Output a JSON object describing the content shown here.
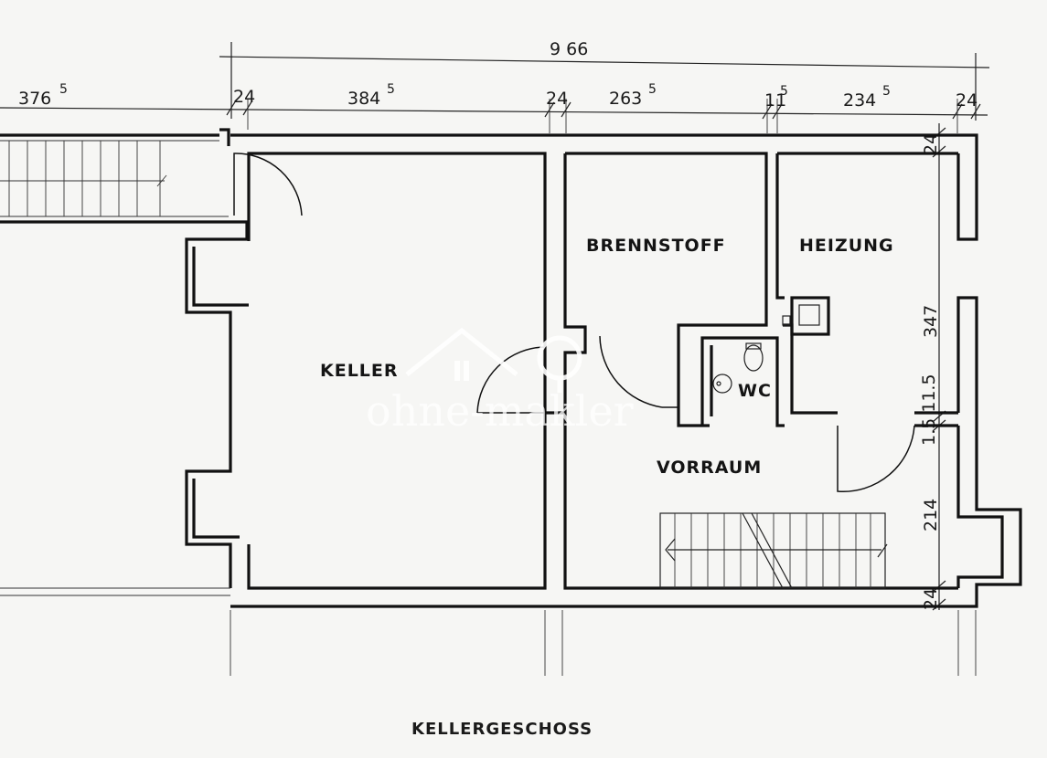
{
  "dimensions": {
    "total_width": "9 66",
    "left_outside": "376",
    "left_outside_sup": "5",
    "wall_a": "24",
    "keller_width": "384",
    "keller_width_sup": "5",
    "wall_b": "24",
    "brennstoff_width": "263",
    "brennstoff_width_sup": "5",
    "wall_c": "11",
    "wall_c_sup": "5",
    "heizung_width": "234",
    "heizung_width_sup": "5",
    "wall_d": "24",
    "right_top_wall": "24",
    "right_upper_depth": "347",
    "right_mid_wall": "1.5 11.5",
    "right_lower_depth": "214",
    "right_bottom_wall": "24"
  },
  "rooms": {
    "keller": "KELLER",
    "brennstoff": "BRENNSTOFF",
    "heizung": "HEIZUNG",
    "wc": "WC",
    "vorraum": "VORRAUM"
  },
  "caption": "KELLERGESCHOSS",
  "watermark": "ohne-makler"
}
